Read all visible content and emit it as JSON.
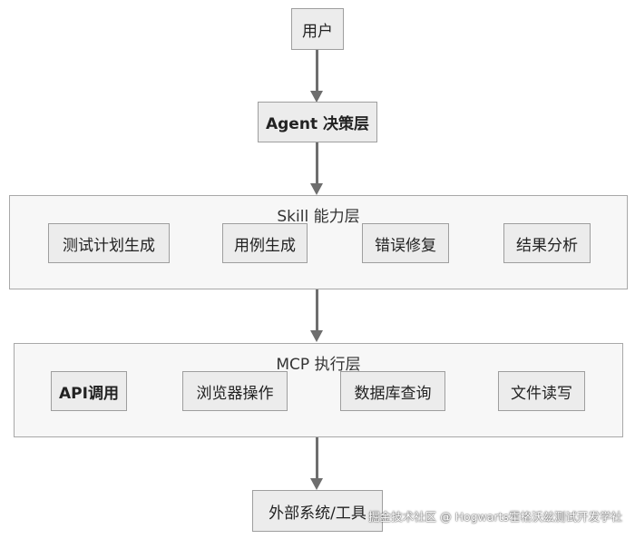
{
  "nodes": {
    "user": "用户",
    "agent": "Agent 决策层",
    "external": "外部系统/工具"
  },
  "skill_layer": {
    "title": "Skill 能力层",
    "items": [
      "测试计划生成",
      "用例生成",
      "错误修复",
      "结果分析"
    ]
  },
  "mcp_layer": {
    "title": "MCP 执行层",
    "items": [
      "API调用",
      "浏览器操作",
      "数据库查询",
      "文件读写"
    ]
  },
  "edges": [
    [
      "用户",
      "Agent 决策层"
    ],
    [
      "Agent 决策层",
      "Skill 能力层"
    ],
    [
      "Skill 能力层",
      "MCP 执行层"
    ],
    [
      "MCP 执行层",
      "外部系统/工具"
    ]
  ],
  "watermark": "掘金技术社区 @ Hogwarts霍格沃兹测试开发学社"
}
